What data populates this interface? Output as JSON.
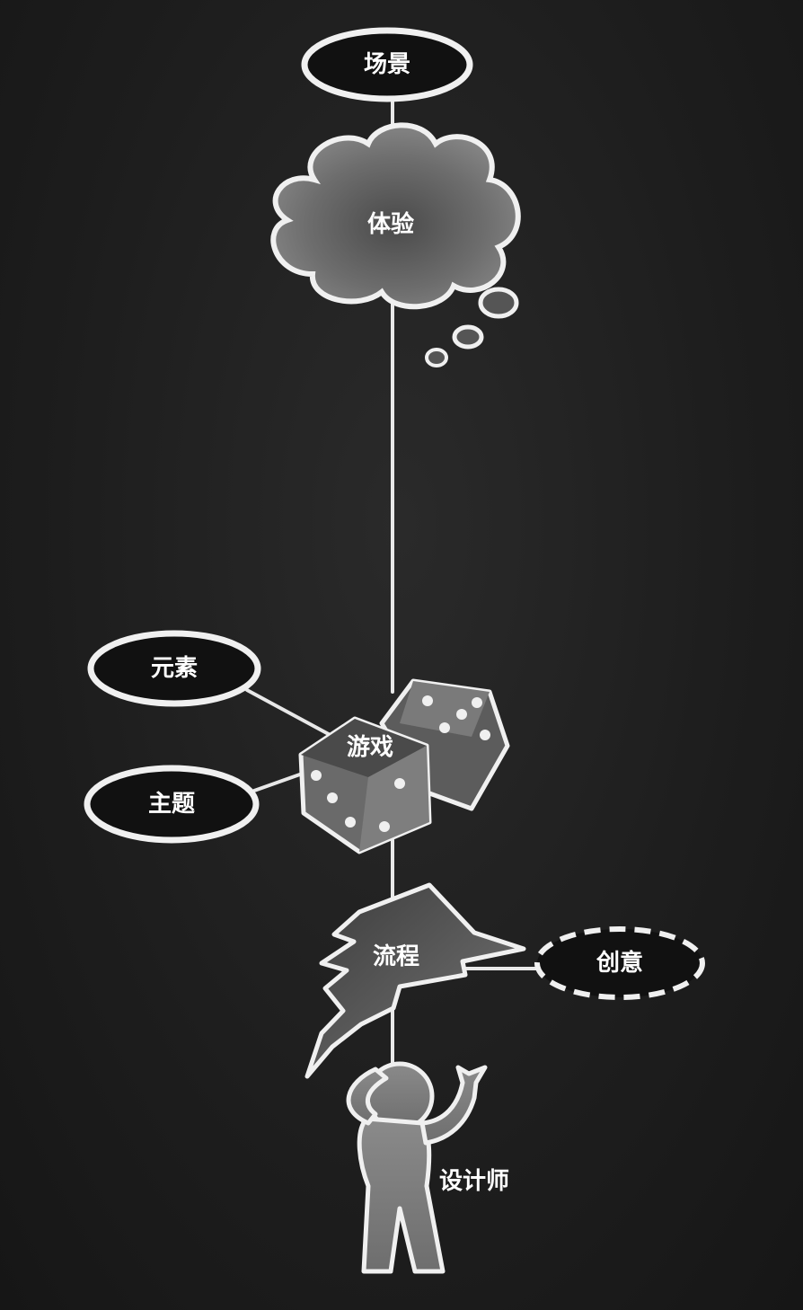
{
  "diagram": {
    "nodes": {
      "scene": "场景",
      "experience": "体验",
      "element": "元素",
      "game": "游戏",
      "theme": "主题",
      "process": "流程",
      "creativity": "创意",
      "designer": "设计师"
    },
    "colors": {
      "background": "#1f1f1f",
      "stroke": "#f0f0f0",
      "shape_fill": "#666666",
      "dice_face": "#7a7a7a"
    },
    "icons": [
      "cloud-icon",
      "dice-icon",
      "lightning-icon",
      "person-icon"
    ]
  }
}
